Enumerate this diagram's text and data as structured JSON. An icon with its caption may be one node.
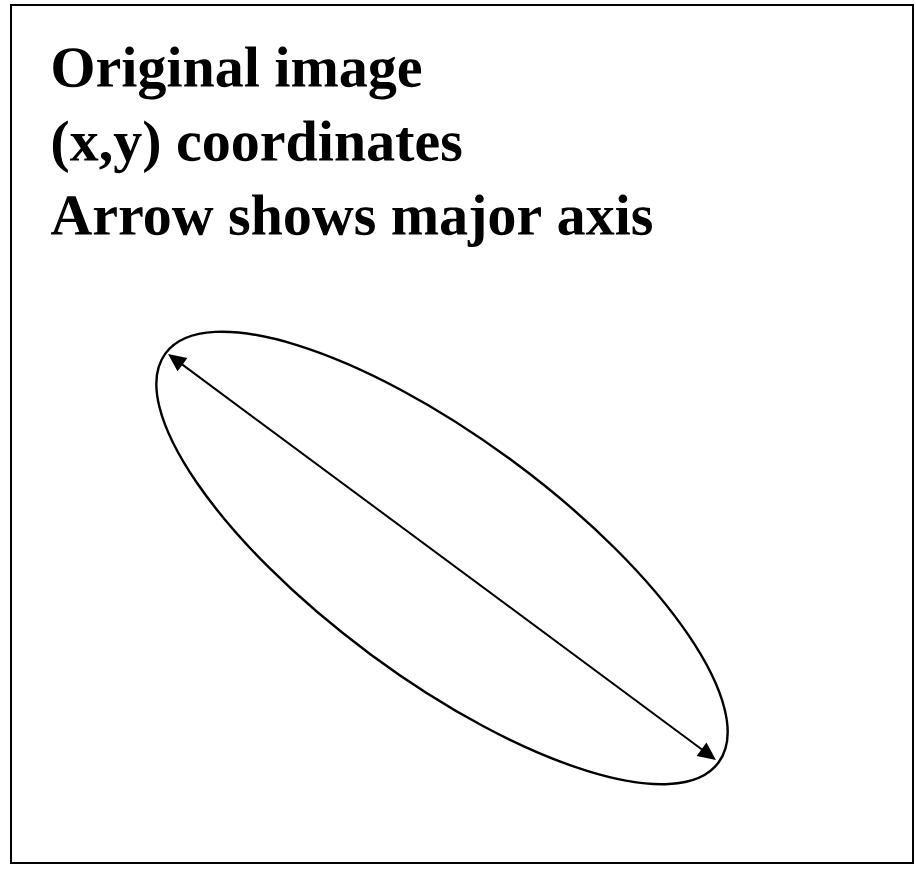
{
  "diagram": {
    "nodes": [
      {
        "text": [
          "Original image",
          "(x,y)  coordinates",
          "Arrow shows major axis"
        ]
      }
    ]
  }
}
